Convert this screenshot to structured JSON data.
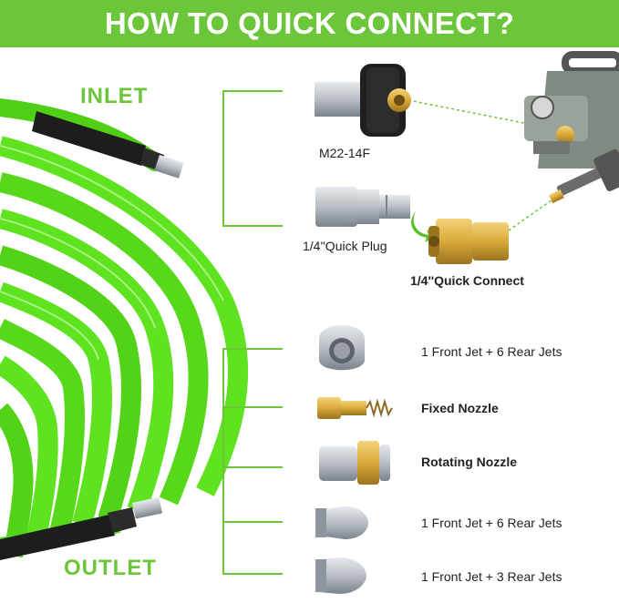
{
  "header": {
    "title": "HOW TO QUICK CONNECT?"
  },
  "labels": {
    "inlet": "INLET",
    "outlet": "OUTLET"
  },
  "inlet_items": [
    {
      "label": "M22-14F",
      "icon": "m22-adapter-icon"
    },
    {
      "label": "1/4''Quick Plug",
      "icon": "quick-plug-icon"
    },
    {
      "label": "1/4''Quick Connect",
      "icon": "quick-connect-icon"
    }
  ],
  "outlet_items": [
    {
      "label": "1 Front Jet + 6 Rear Jets",
      "icon": "round-jet-nozzle-icon"
    },
    {
      "label": "Fixed Nozzle",
      "icon": "fixed-nozzle-icon"
    },
    {
      "label": "Rotating Nozzle",
      "icon": "rotating-nozzle-icon"
    },
    {
      "label": "1 Front Jet + 6 Rear Jets",
      "icon": "bullet-jet-nozzle-icon"
    },
    {
      "label": "1 Front Jet + 3 Rear Jets",
      "icon": "bullet-3jet-nozzle-icon"
    }
  ],
  "colors": {
    "accent": "#6cc63a",
    "hose": "#5fe21f",
    "brass": "#d9a93a",
    "steel": "#b8bec4"
  }
}
